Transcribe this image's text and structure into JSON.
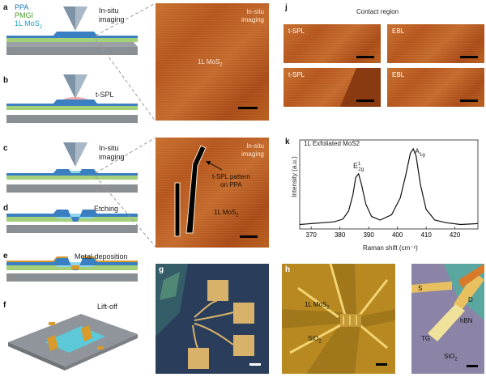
{
  "panels": {
    "a": {
      "label": "a",
      "legend": [
        "PPA",
        "PMGI",
        "1L MoS",
        "2"
      ],
      "step": "In-situ\nimaging"
    },
    "b": {
      "label": "b",
      "step": "t-SPL"
    },
    "c": {
      "label": "c",
      "step": "In-situ\nimaging"
    },
    "d": {
      "label": "d",
      "step": "Etching"
    },
    "e": {
      "label": "e",
      "step": "Metal deposition"
    },
    "f": {
      "label": "f",
      "step": "Lift-off"
    },
    "g": {
      "label": "g"
    },
    "h": {
      "label": "h",
      "mos2": "1L MoS",
      "sio2": "SiO",
      "sub2": "2"
    },
    "i": {
      "labels": [
        "S",
        "D",
        "TG",
        "hBN",
        "SiO"
      ]
    },
    "j": {
      "label": "j",
      "title": "Contact region",
      "tiles": [
        "t-SPL",
        "EBL",
        "t-SPL",
        "EBL"
      ]
    },
    "k": {
      "label": "k"
    },
    "afm_top": {
      "line1": "In-situ",
      "line2": "imaging",
      "mos2": "1L MoS",
      "sub": "2"
    },
    "afm_bottom": {
      "line1": "In-situ",
      "line2": "imaging",
      "pattern1": "t-SPL pattern",
      "pattern2": "on PPA",
      "mos2": "1L MoS",
      "sub": "2"
    }
  },
  "chart_data": {
    "type": "line",
    "title": "1L Exfoliated MoS2",
    "xlabel": "Raman shift (cm⁻¹)",
    "ylabel": "Intensity (a.u.)",
    "xlim": [
      366,
      428
    ],
    "xticks": [
      370,
      380,
      390,
      400,
      410,
      420
    ],
    "peaks": [
      {
        "label": "E",
        "sup": "1",
        "sub": "2g",
        "x": 386
      },
      {
        "label": "A",
        "sub": "1g",
        "x": 405
      }
    ],
    "x": [
      366,
      370,
      374,
      378,
      381,
      383,
      384.5,
      385.5,
      386.5,
      387.5,
      389,
      391,
      394,
      398,
      401,
      403,
      404.5,
      405.5,
      406.5,
      408,
      410,
      413,
      417,
      422,
      428
    ],
    "y": [
      0.05,
      0.06,
      0.07,
      0.08,
      0.11,
      0.2,
      0.38,
      0.58,
      0.62,
      0.5,
      0.28,
      0.14,
      0.1,
      0.16,
      0.35,
      0.62,
      0.85,
      0.9,
      0.82,
      0.5,
      0.22,
      0.1,
      0.07,
      0.05,
      0.06
    ]
  }
}
